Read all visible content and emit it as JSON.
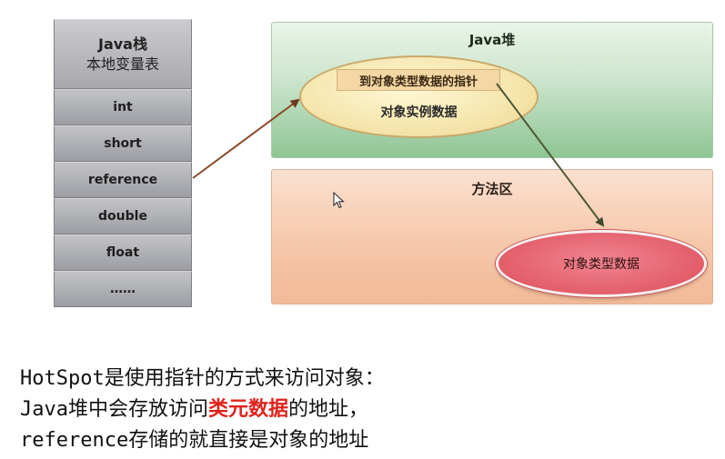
{
  "stack": {
    "title_line1": "Java栈",
    "title_line2": "本地变量表",
    "cells": [
      "int",
      "short",
      "reference",
      "double",
      "float",
      "……"
    ]
  },
  "heap": {
    "title": "Java堆",
    "pointer_label": "到对象类型数据的指针",
    "instance_label": "对象实例数据"
  },
  "method_area": {
    "title": "方法区",
    "type_label": "对象类型数据"
  },
  "caption": {
    "line1": "HotSpot是使用指针的方式来访问对象：",
    "line2_pre": "Java堆中会存放访问",
    "line2_highlight": "类元数据",
    "line2_post": "的地址，",
    "line3": "reference存储的就直接是对象的地址"
  },
  "colors": {
    "arrow": "#8a4a2a",
    "highlight": "#e0231c"
  }
}
